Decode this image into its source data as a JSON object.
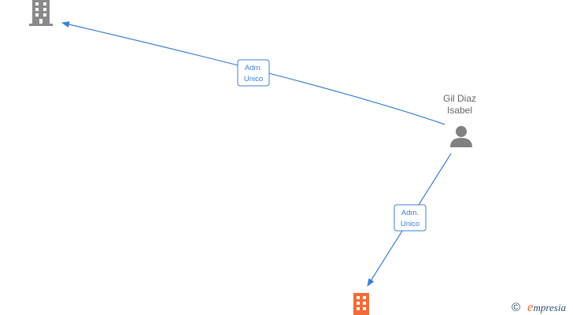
{
  "nodes": {
    "company_top": {
      "type": "company",
      "color": "#8a8a8a",
      "icon": "building-icon"
    },
    "person": {
      "type": "person",
      "name_line1": "Gil Diaz",
      "name_line2": "Isabel",
      "color": "#808080",
      "icon": "person-icon"
    },
    "company_bottom": {
      "type": "company",
      "color": "#f26b38",
      "icon": "building-icon"
    }
  },
  "edges": {
    "to_top": {
      "label_line1": "Adm.",
      "label_line2": "Unico",
      "color": "#3b7fd4"
    },
    "to_bottom": {
      "label_line1": "Adm.",
      "label_line2": "Unico",
      "color": "#3b7fd4"
    }
  },
  "watermark": {
    "copyright_symbol": "©",
    "brand_initial": "e",
    "brand_rest": "mpresia",
    "brand_color": "#f26b38"
  }
}
